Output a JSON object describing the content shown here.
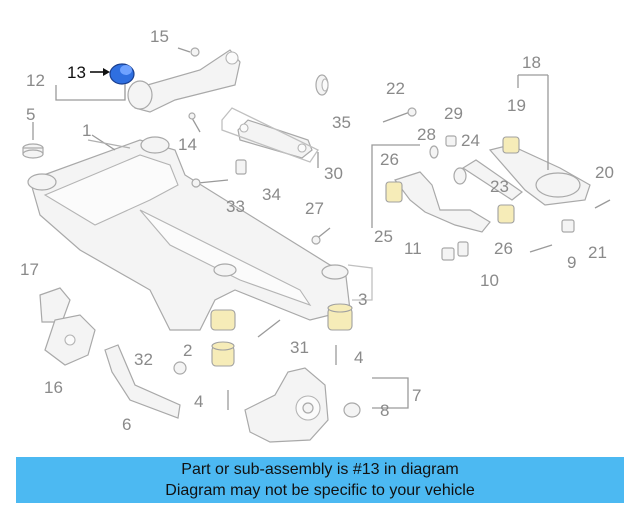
{
  "highlighted_part": "13",
  "highlight_color": "#2f6fe0",
  "banner_color": "#4cb9f2",
  "callouts": {
    "c1": "1",
    "c2": "2",
    "c3": "3",
    "c4a": "4",
    "c4b": "4",
    "c5": "5",
    "c6": "6",
    "c7": "7",
    "c8": "8",
    "c9": "9",
    "c10": "10",
    "c11": "11",
    "c12": "12",
    "c13": "13",
    "c14": "14",
    "c15": "15",
    "c16": "16",
    "c17": "17",
    "c18": "18",
    "c19": "19",
    "c20": "20",
    "c21": "21",
    "c22": "22",
    "c23": "23",
    "c24": "24",
    "c25": "25",
    "c26a": "26",
    "c26b": "26",
    "c27": "27",
    "c28": "28",
    "c29": "29",
    "c30": "30",
    "c31": "31",
    "c32": "32",
    "c33": "33",
    "c34": "34",
    "c35": "35"
  },
  "banner": {
    "line1": "Part or sub-assembly is #13 in diagram",
    "line2": "Diagram may not be specific to your vehicle"
  }
}
